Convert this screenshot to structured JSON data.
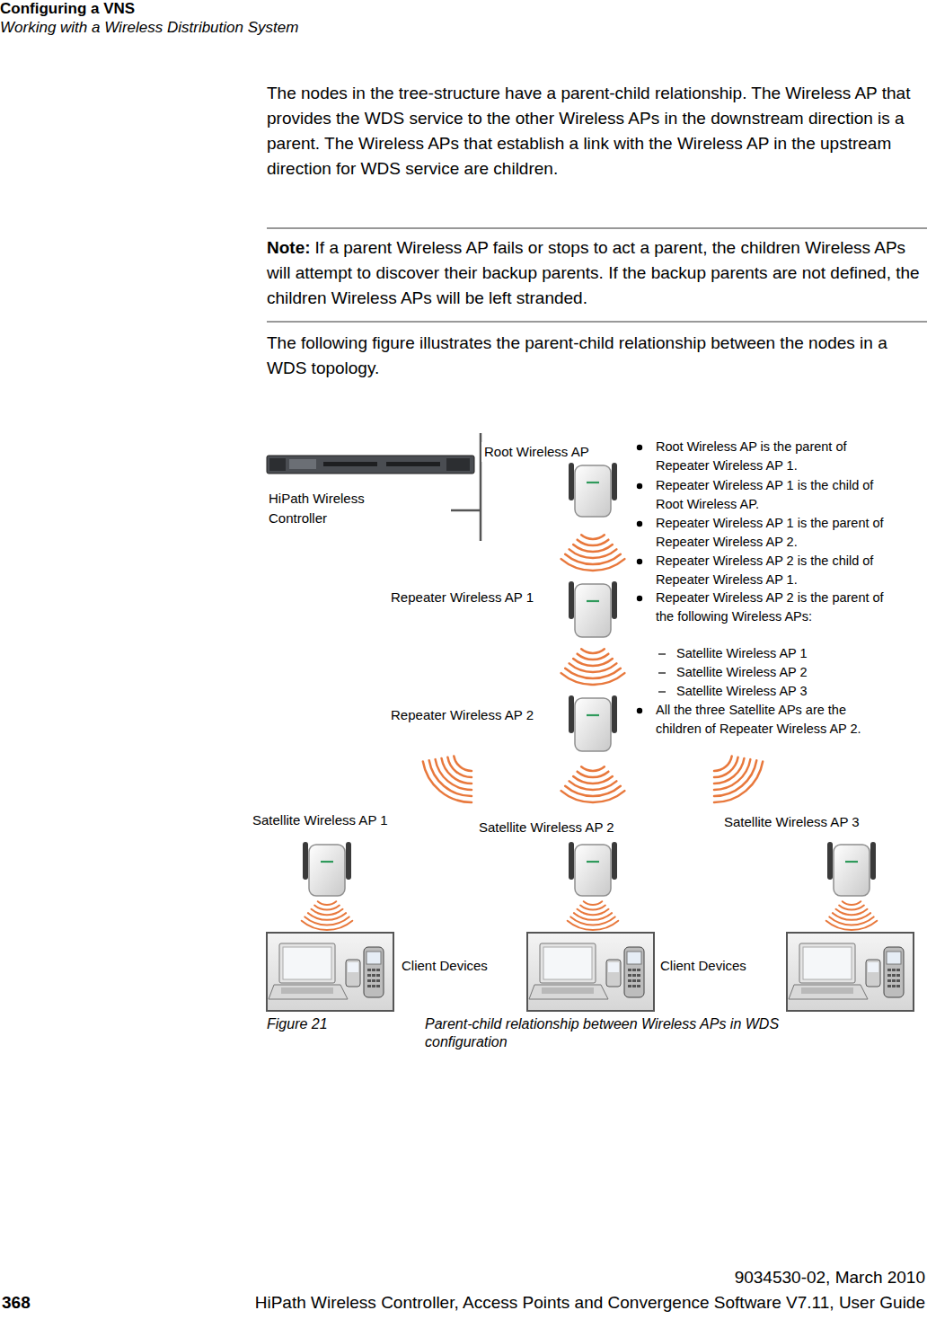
{
  "diagram": {
    "caption": "Parent-child relationship between Wireless APs in WDS configuration",
    "nodes": [
      {
        "text": [
          "HiPath Wireless Controller"
        ]
      },
      {
        "text": [
          "Root Wireless AP"
        ]
      },
      {
        "text": [
          "Repeater Wireless AP 1"
        ]
      },
      {
        "text": [
          "Repeater Wireless AP 2"
        ]
      },
      {
        "text": [
          "Satellite Wireless AP 1"
        ]
      },
      {
        "text": [
          "Satellite Wireless AP 2"
        ]
      },
      {
        "text": [
          "Satellite Wireless AP 3"
        ]
      }
    ],
    "edges": [
      {
        "from": 0,
        "to": 1,
        "arrow": "none"
      }
    ],
    "labels": [
      "Configuring a VNS",
      "Working with a Wireless Distribution System",
      "The nodes in the tree-structure have a parent-child relationship. The Wireless AP that provides the WDS service to the other Wireless APs in the downstream direction is a parent. The Wireless APs that establish a link with the Wireless AP in the upstream direction for WDS service are children.",
      "Note:",
      "If a parent Wireless AP fails or stops to act a parent, the children Wireless APs will attempt to discover their backup parents. If the backup parents are not defined, the children Wireless APs will be left stranded.",
      "The following figure illustrates the parent-child relationship between the nodes in a WDS topology.",
      "Root Wireless AP is the parent of Repeater Wireless AP 1.",
      "Repeater Wireless AP 1 is the child of Root Wireless AP.",
      "Repeater Wireless AP 1 is the parent of Repeater Wireless AP 2.",
      "Repeater Wireless AP 2 is the child of Repeater Wireless AP 1.",
      "Repeater Wireless AP 2 is the parent of the following Wireless APs:",
      "Satellite Wireless AP 1",
      "Satellite Wireless AP 2",
      "Satellite Wireless AP 3",
      "All the three Satellite APs are the children of Repeater Wireless AP 2.",
      "Client Devices",
      "Client Devices",
      "Figure 21",
      "9034530-02, March 2010",
      "368",
      "HiPath Wireless Controller, Access Points and Convergence Software V7.11, User Guide"
    ]
  }
}
